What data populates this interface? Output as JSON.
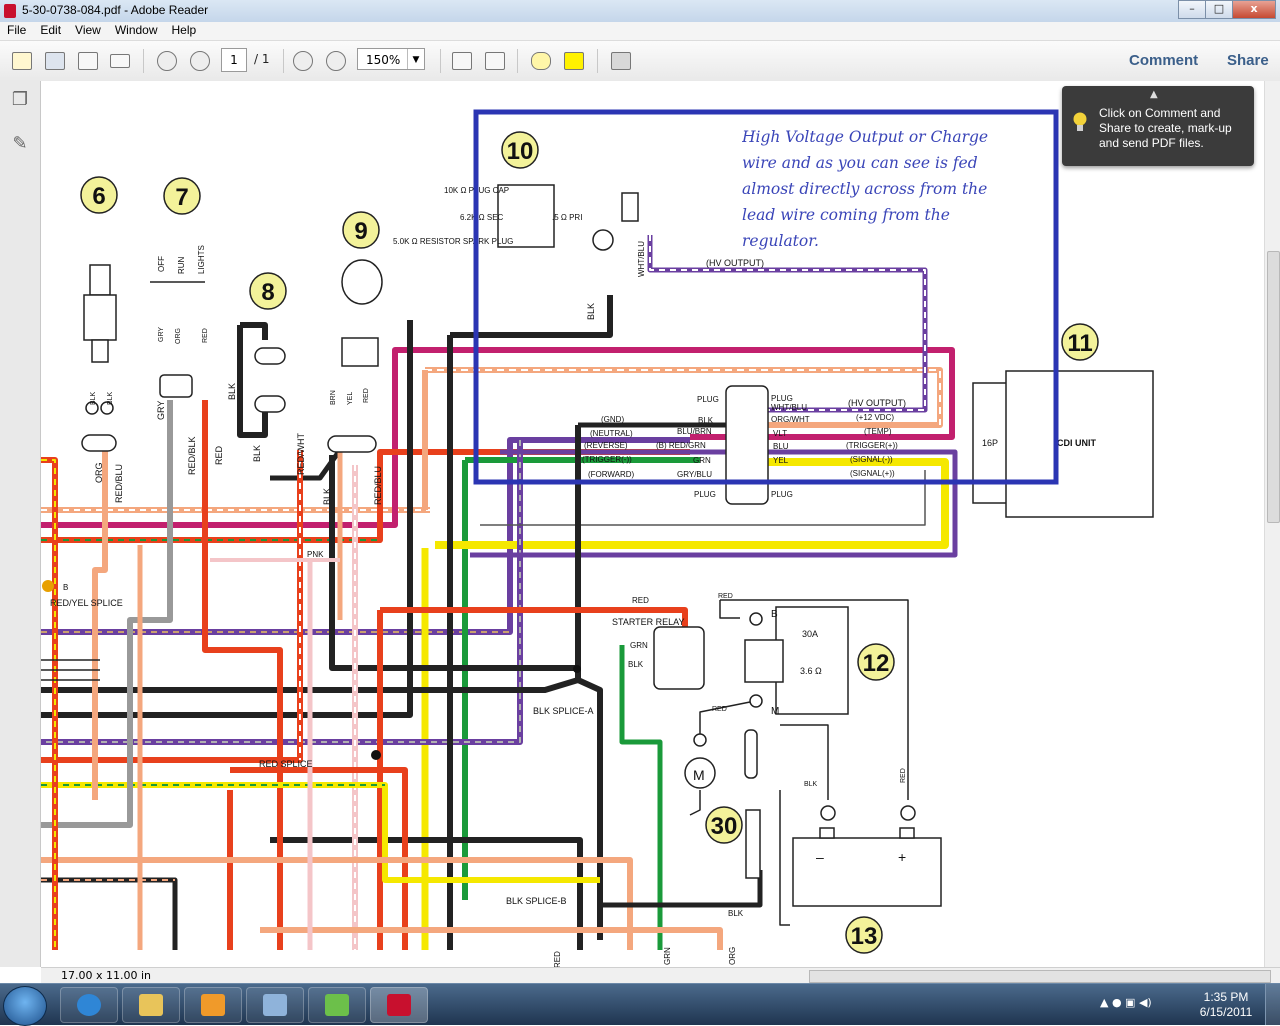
{
  "window": {
    "title": "5-30-0738-084.pdf - Adobe Reader",
    "controls": [
      "–",
      "□",
      "x"
    ]
  },
  "menu": [
    "File",
    "Edit",
    "View",
    "Window",
    "Help"
  ],
  "toolbar": {
    "page_current": "1",
    "page_total": "/ 1",
    "zoom": "150%",
    "comment_label": "Comment",
    "share_label": "Share"
  },
  "tooltip": {
    "text": "Click on Comment and Share to create, mark-up and send PDF files."
  },
  "status": {
    "page_size": "17.00 x 11.00 in"
  },
  "clock": {
    "time": "1:35 PM",
    "date": "6/15/2011"
  },
  "diagram": {
    "annotation": "High Voltage Output or Charge wire and as you can see is fed almost directly across from the lead wire coming from the regulator.",
    "callouts": [
      "6",
      "7",
      "8",
      "9",
      "10",
      "11",
      "12",
      "13",
      "30"
    ],
    "labels": {
      "hv_output": "(HV OUTPUT)",
      "hv_output2": "(HV OUTPUT)",
      "cdi_unit": "CDI UNIT",
      "p16": "16P",
      "plug_cap": "10K Ω PLUG CAP",
      "resistor": "5.0K Ω RESISTOR SPARK PLUG",
      "sec": "6.2K Ω SEC",
      "pri": ".5 Ω PRI",
      "starter_relay": "STARTER RELAY",
      "blk_splice_a": "BLK SPLICE-A",
      "blk_splice_b": "BLK SPLICE-B",
      "red_splice": "RED SPLICE",
      "red_yel_splice": "RED/YEL SPLICE",
      "fuse": "30A",
      "res36": "3.6 Ω",
      "motor": "M",
      "off": "OFF",
      "run": "RUN",
      "lights": "LIGHTS",
      "gnd": "(GND)",
      "neutral": "(NEUTRAL)",
      "reverse": "(REVERSE)",
      "trigger_minus": "(TRIGGER(-))",
      "forward": "(FORWARD)",
      "v12": "(+12 VDC)",
      "temp": "(TEMP)",
      "trigger_plus": "(TRIGGER(+))",
      "signal_minus": "(SIGNAL(-))",
      "signal_plus": "(SIGNAL(+))",
      "plug": "PLUG",
      "wht_blu": "WHT/BLU",
      "org_wht": "ORG/WHT",
      "vlt": "VLT",
      "blu": "BLU",
      "yel": "YEL",
      "blu_brn": "BLU/BRN",
      "red_grn": "(B) RED/GRN",
      "grn": "GRN",
      "gry_blu": "GRY/BLU",
      "blk": "BLK",
      "red": "RED",
      "org": "ORG",
      "red_blu": "RED/BLU",
      "gry": "GRY",
      "red_blk": "RED/BLK",
      "red_wht": "RED/WHT",
      "brn": "BRN",
      "pnk": "PNK",
      "b": "B",
      "m": "M",
      "minus": "–",
      "plus": "+",
      "b_circle": "B"
    }
  }
}
